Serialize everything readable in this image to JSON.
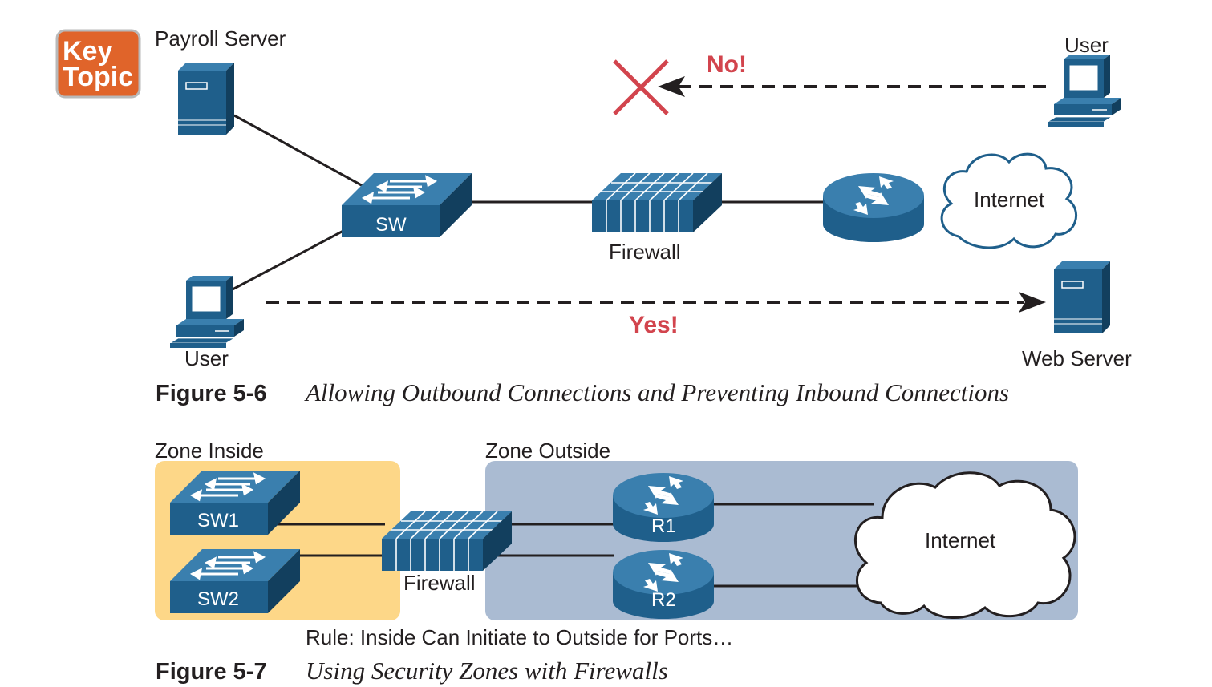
{
  "key_topic": {
    "line1": "Key",
    "line2": "Topic"
  },
  "figure_5_6": {
    "payroll_server": "Payroll Server",
    "user_top": "User",
    "no_label": "No!",
    "switch_label": "SW",
    "firewall_label": "Firewall",
    "internet_label": "Internet",
    "user_bottom": "User",
    "yes_label": "Yes!",
    "web_server": "Web Server",
    "number": "Figure 5-6",
    "caption": "Allowing Outbound Connections and Preventing Inbound Connections"
  },
  "figure_5_7": {
    "zone_inside": "Zone Inside",
    "zone_outside": "Zone Outside",
    "sw1": "SW1",
    "sw2": "SW2",
    "firewall_label": "Firewall",
    "r1": "R1",
    "r2": "R2",
    "internet_label": "Internet",
    "rule": "Rule: Inside Can Initiate to Outside for Ports…",
    "number": "Figure 5-7",
    "caption": "Using Security Zones with Firewalls"
  },
  "colors": {
    "device_blue": "#1f5f8b",
    "device_dark": "#123f5e",
    "device_light": "#3a7fae",
    "accent_red": "#d2444d",
    "key_topic_orange": "#e0642a",
    "zone_inside_fill": "#fdd788",
    "zone_outside_fill": "#aabbd2"
  },
  "icons": [
    "server-icon",
    "workstation-icon",
    "switch-icon",
    "firewall-icon",
    "router-icon",
    "cloud-icon",
    "x-mark-icon",
    "arrow-icon"
  ]
}
